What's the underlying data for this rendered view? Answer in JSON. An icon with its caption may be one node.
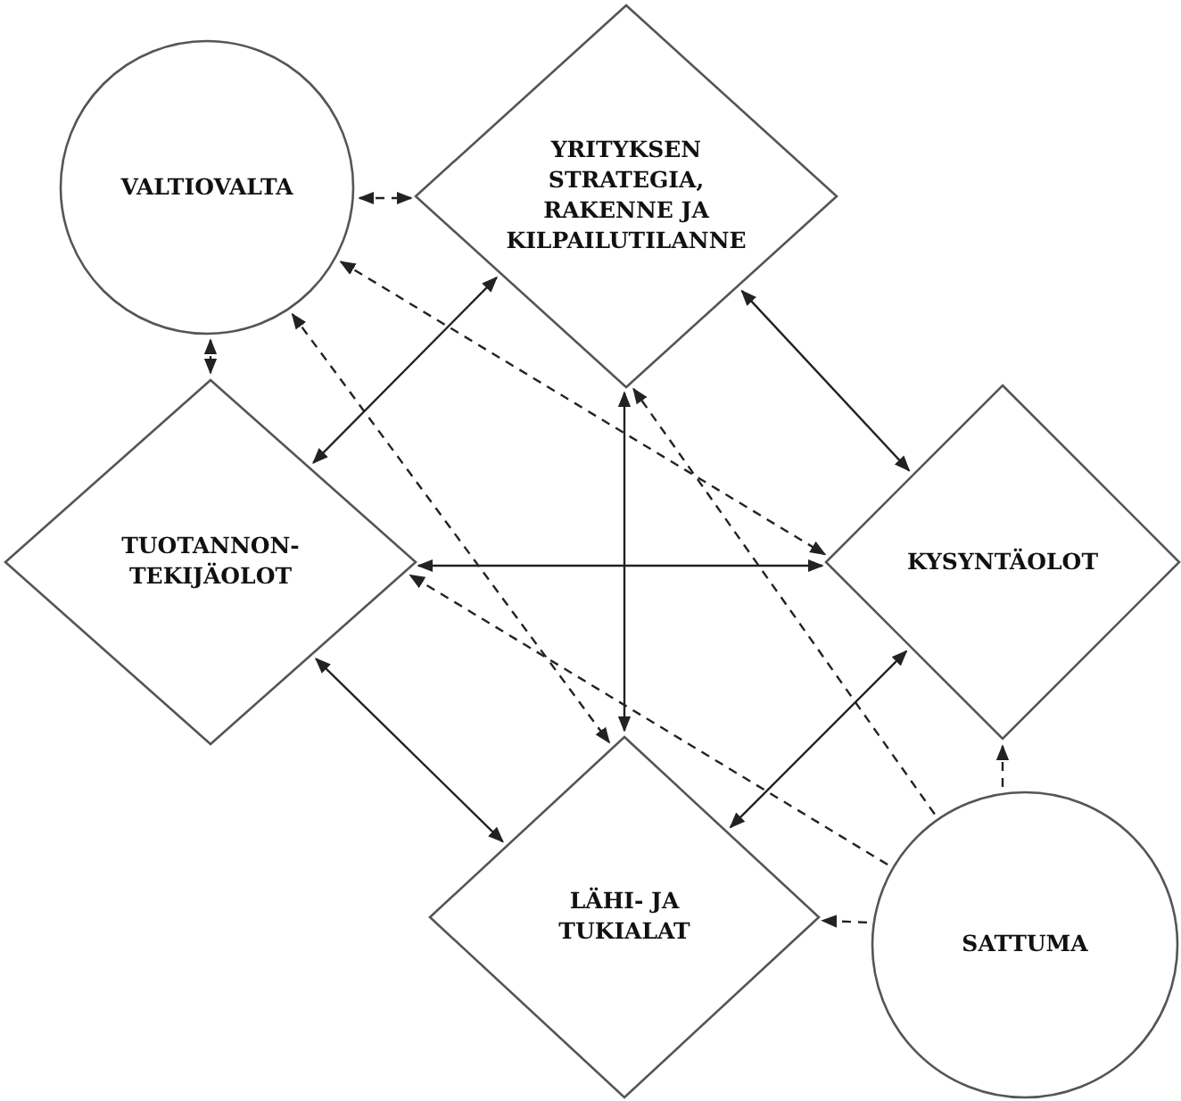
{
  "diagram": {
    "nodes": [
      {
        "text": [
          "VALTIOVALTA"
        ]
      },
      {
        "text": [
          "YRITYKSEN STRATEGIA, RAKENNE JA KILPAILUTILANNE"
        ]
      },
      {
        "text": [
          "TUOTANNON-TEKIJÄOLOT"
        ]
      },
      {
        "text": [
          "KYSYNTÄOLOT"
        ]
      },
      {
        "text": [
          "LÄHI- JA TUKIALAT"
        ]
      },
      {
        "text": [
          "SATTUMA"
        ]
      }
    ],
    "edges": [
      {
        "from": 0,
        "to": 1,
        "arrow": "both",
        "style": "dashed"
      },
      {
        "from": 0,
        "to": 2,
        "arrow": "both",
        "style": "dashed"
      },
      {
        "from": 0,
        "to": 3,
        "arrow": "both",
        "style": "dashed"
      },
      {
        "from": 0,
        "to": 4,
        "arrow": "both",
        "style": "dashed"
      },
      {
        "from": 1,
        "to": 2,
        "arrow": "both"
      },
      {
        "from": 1,
        "to": 3,
        "arrow": "both"
      },
      {
        "from": 1,
        "to": 4,
        "arrow": "both"
      },
      {
        "from": 2,
        "to": 3,
        "arrow": "both"
      },
      {
        "from": 2,
        "to": 4,
        "arrow": "both"
      },
      {
        "from": 3,
        "to": 4,
        "arrow": "both"
      },
      {
        "from": 5,
        "to": 1,
        "arrow": "to",
        "style": "dashed"
      },
      {
        "from": 5,
        "to": 2,
        "arrow": "to",
        "style": "dashed"
      },
      {
        "from": 5,
        "to": 3,
        "arrow": "to",
        "style": "dashed"
      },
      {
        "from": 5,
        "to": 4,
        "arrow": "to",
        "style": "dashed"
      }
    ]
  }
}
